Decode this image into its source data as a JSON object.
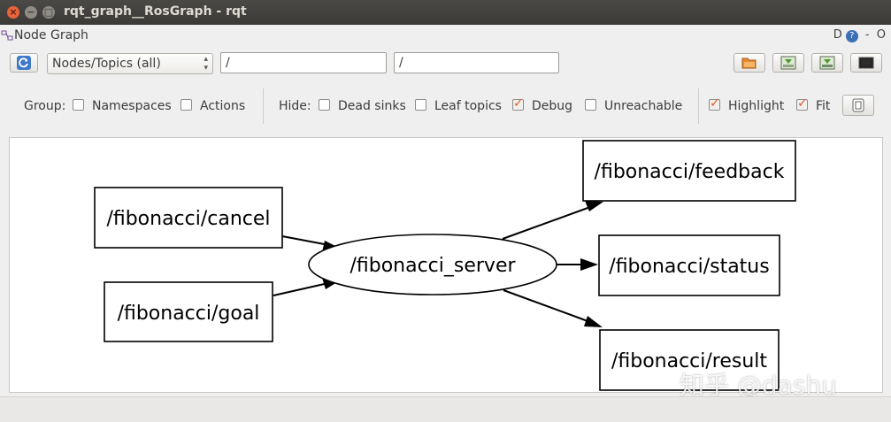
{
  "window": {
    "title": "rqt_graph__RosGraph - rqt",
    "close_glyph": "×",
    "min_glyph": "−",
    "max_glyph": "□"
  },
  "plugin": {
    "title": "Node Graph",
    "ctrl_d": "D",
    "ctrl_help": "?",
    "ctrl_dash": "-",
    "ctrl_o": "O"
  },
  "toolbar": {
    "filter_selected": "Nodes/Topics (all)",
    "ns_filter_value": "/",
    "topic_filter_value": "/"
  },
  "options": {
    "group_label": "Group:",
    "namespaces": {
      "label": "Namespaces",
      "checked": false
    },
    "actions": {
      "label": "Actions",
      "checked": false
    },
    "hide_label": "Hide:",
    "dead_sinks": {
      "label": "Dead sinks",
      "checked": false
    },
    "leaf_topics": {
      "label": "Leaf topics",
      "checked": false
    },
    "debug": {
      "label": "Debug",
      "checked": true
    },
    "unreachable": {
      "label": "Unreachable",
      "checked": false
    },
    "highlight": {
      "label": "Highlight",
      "checked": true
    },
    "fit": {
      "label": "Fit",
      "checked": true
    }
  },
  "graph": {
    "nodes": {
      "cancel": "/fibonacci/cancel",
      "goal": "/fibonacci/goal",
      "server": "/fibonacci_server",
      "feedback": "/fibonacci/feedback",
      "status": "/fibonacci/status",
      "result": "/fibonacci/result"
    }
  },
  "watermark": "知乎 @dashu",
  "icons": {
    "refresh": "refresh-icon",
    "load": "folder-open-icon",
    "save_dot": "save-dot-icon",
    "save_image": "save-image-icon",
    "screenshot": "screenshot-icon",
    "fit_view": "fit-view-icon"
  }
}
